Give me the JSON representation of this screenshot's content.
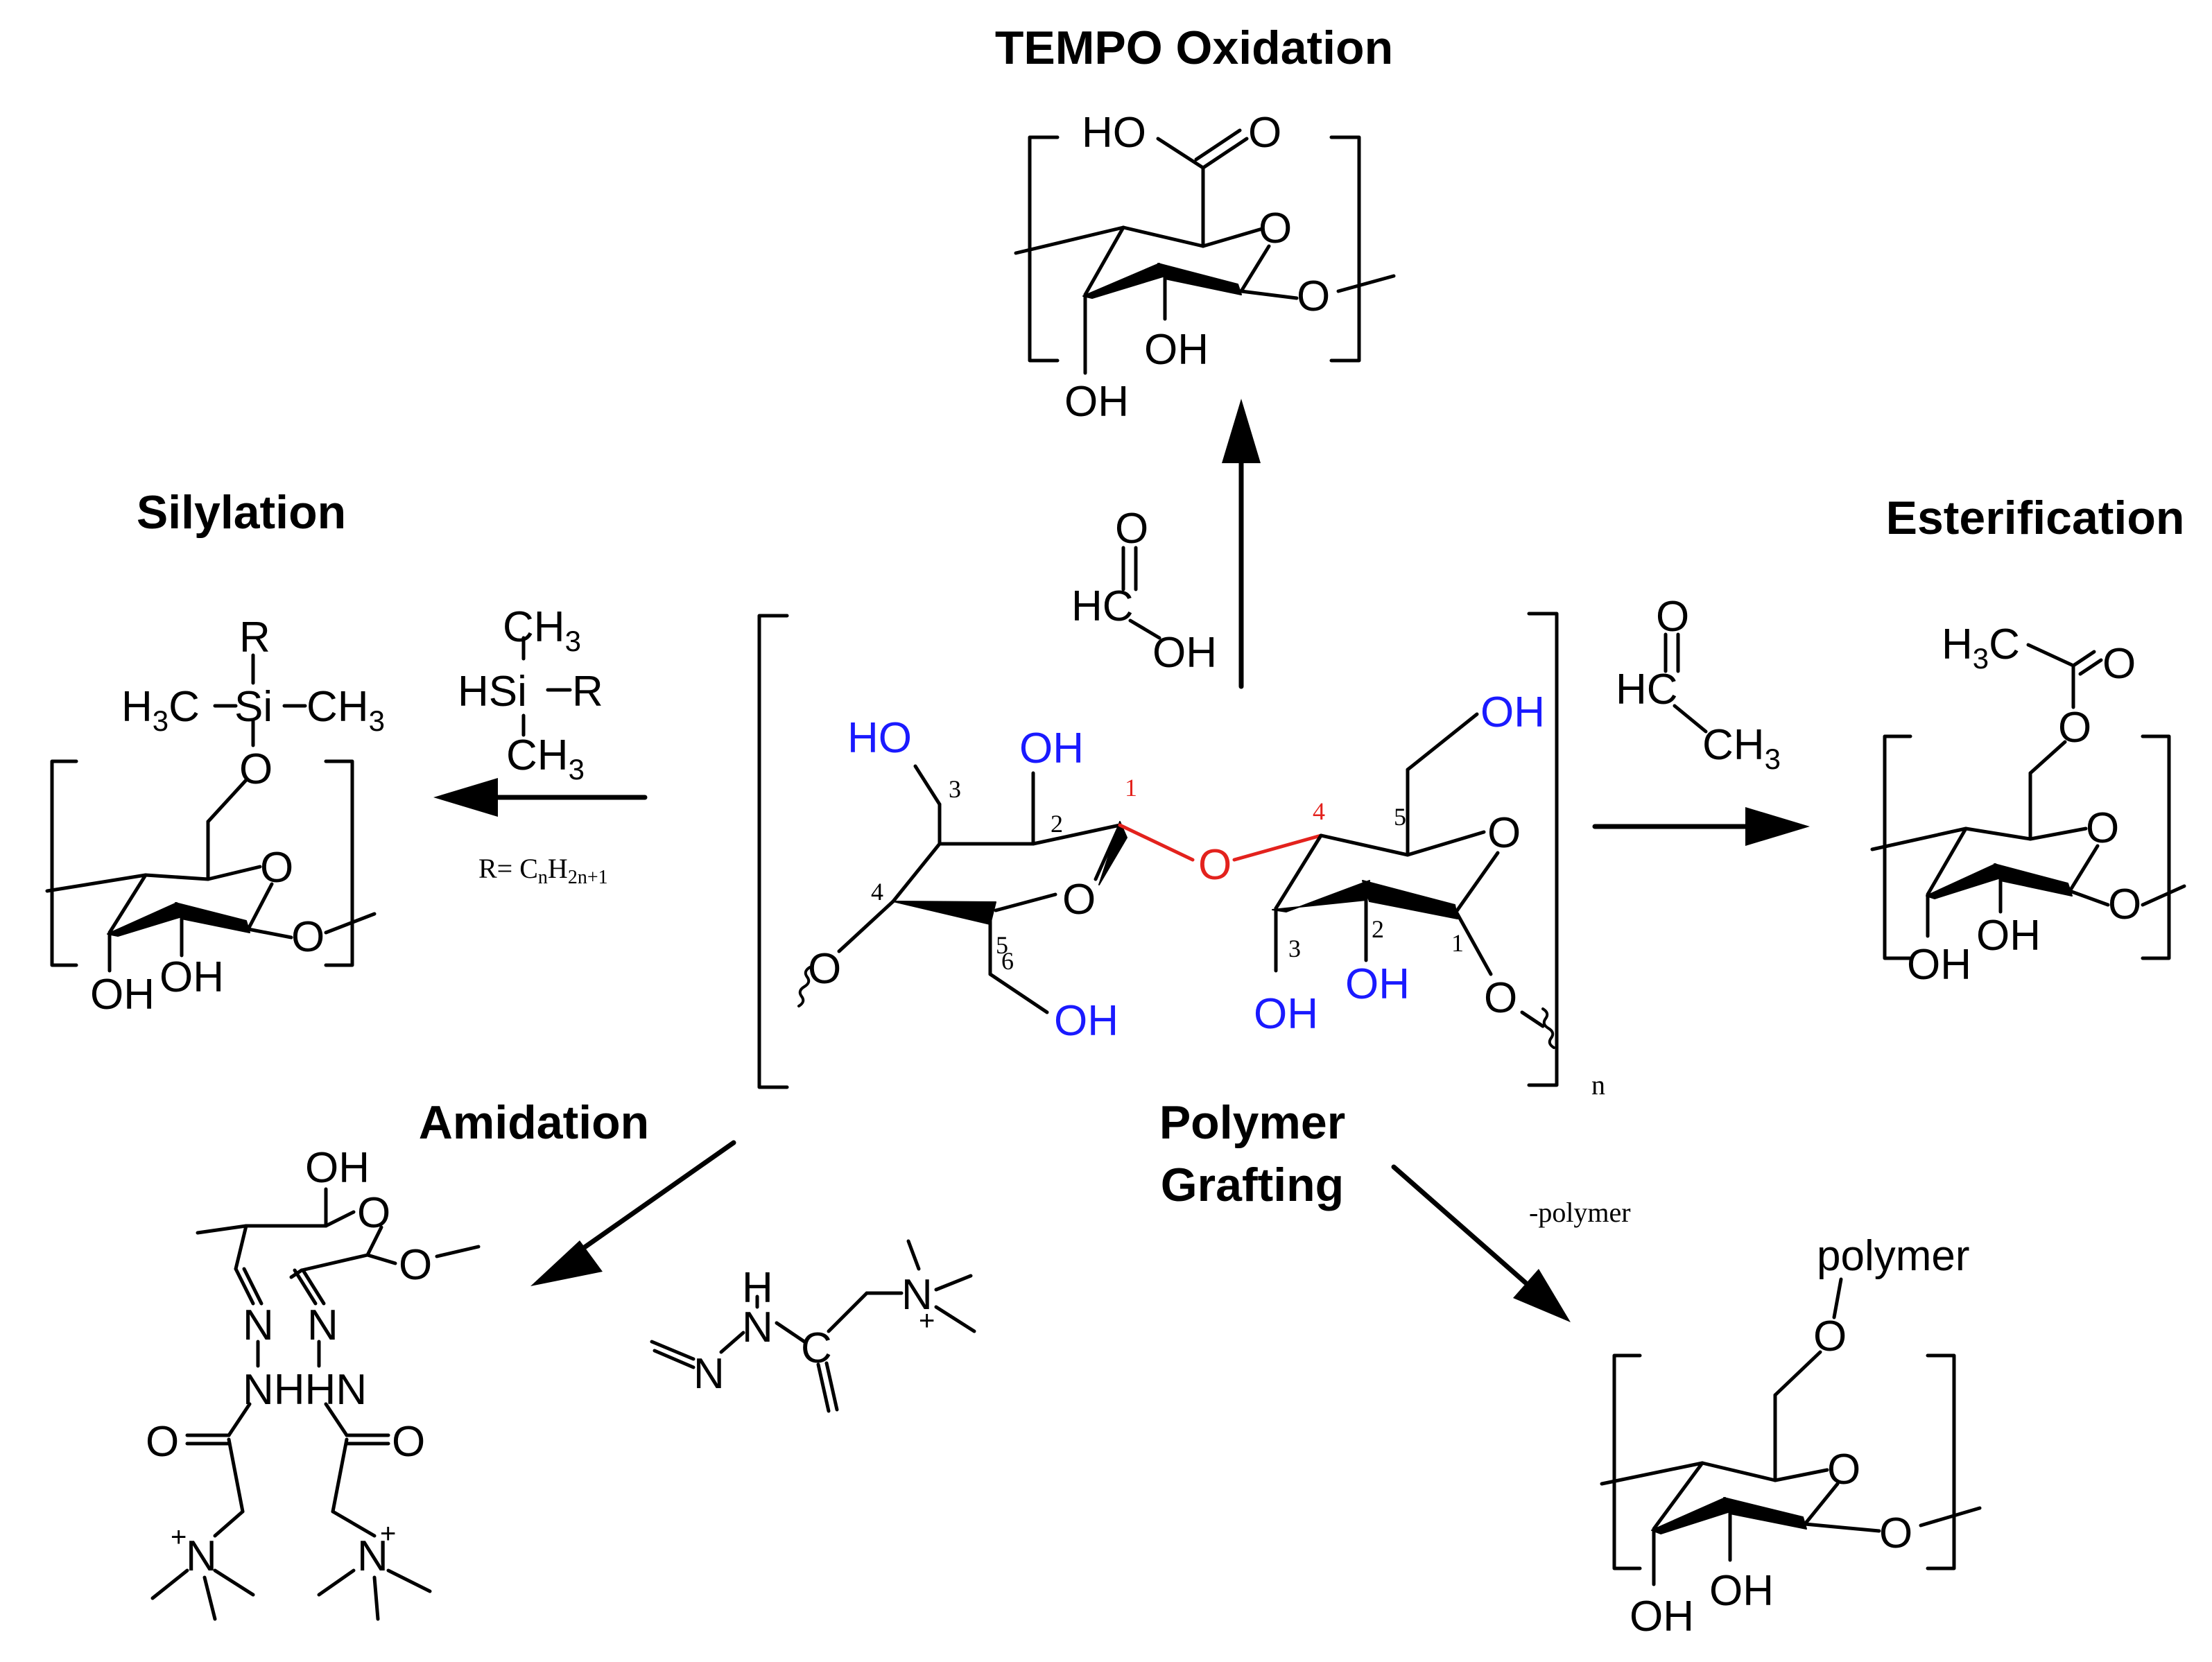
{
  "titles": {
    "tempo": "TEMPO Oxidation",
    "silylation": "Silylation",
    "esterification": "Esterification",
    "amidation": "Amidation",
    "grafting_line1": "Polymer",
    "grafting_line2": "Grafting"
  },
  "center": {
    "ho3": "HO",
    "oh2": "OH",
    "oh6prime": "OH",
    "oh6": "OH",
    "oh3prime": "OH",
    "oh2prime": "OH",
    "bridge_o": "O",
    "ring_o_left": "O",
    "ring_o_right": "O",
    "end_o_left": "O",
    "end_o_right": "O",
    "repeat": "n",
    "c1": "1",
    "c2": "2",
    "c3": "3",
    "c4": "4",
    "c5": "5",
    "c6": "6",
    "c1p": "1",
    "c2p": "2",
    "c3p": "3",
    "c4p": "4",
    "c5p": "5"
  },
  "tempo": {
    "ho": "HO",
    "o_carbonyl": "O",
    "o_ring": "O",
    "o_link": "O",
    "oh_a": "OH",
    "oh_b": "OH"
  },
  "formic": {
    "o": "O",
    "hc": "HC",
    "oh": "OH"
  },
  "silane": {
    "ch3_top": "CH",
    "ch3_top_sub": "3",
    "hsi": "HSi",
    "r": "R",
    "ch3_bot": "CH",
    "ch3_bot_sub": "3",
    "r_def_main": "R= C",
    "r_def_n": "n",
    "r_def_h": "H",
    "r_def_sub": "2n+1"
  },
  "silylation": {
    "r": "R",
    "h3c": "H",
    "h3c_sub": "3",
    "h3c_c": "C",
    "si": "Si",
    "ch3": "CH",
    "ch3_sub": "3",
    "o_link": "O",
    "o_ring": "O",
    "o_end": "O",
    "oh_a": "OH",
    "oh_b": "OH"
  },
  "acetaldehyde": {
    "o": "O",
    "hc": "HC",
    "ch3": "CH",
    "ch3_sub": "3"
  },
  "esterification": {
    "h3c": "H",
    "h3c_sub": "3",
    "h3c_c": "C",
    "o_carbonyl": "O",
    "o_ester": "O",
    "o_ring": "O",
    "o_end": "O",
    "oh_a": "OH",
    "oh_b": "OH"
  },
  "amidation": {
    "oh": "OH",
    "o_ring": "O",
    "o_link": "O",
    "n1": "N",
    "n2": "N",
    "nh": "NHHN",
    "o_left": "O",
    "o_right": "O",
    "n_plus_left": "N",
    "n_plus_right": "N",
    "plus": "+"
  },
  "reagent_girard": {
    "h": "H",
    "n_a": "N",
    "n_b": "N",
    "c": "C",
    "n_plus": "N",
    "plus": "+"
  },
  "grafting": {
    "label": "-polymer",
    "polymer": "polymer",
    "o_link": "O",
    "o_ring": "O",
    "o_end": "O",
    "oh_a": "OH",
    "oh_b": "OH"
  }
}
